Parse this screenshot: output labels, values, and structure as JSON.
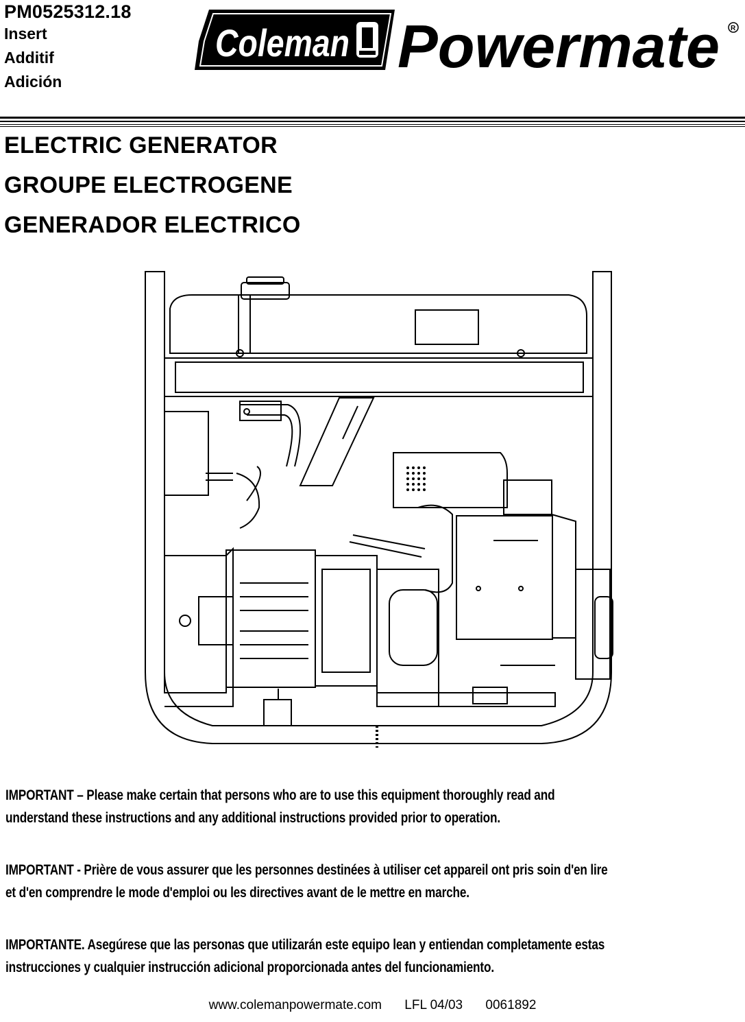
{
  "header": {
    "doc_code": "PM0525312.18",
    "lines": [
      "Insert",
      "Additif",
      "Adición"
    ],
    "logo": {
      "brand_left": "Coleman",
      "brand_right": "Powermate",
      "mark": "®"
    }
  },
  "titles": [
    "ELECTRIC GENERATOR",
    "GROUPE ELECTROGENE",
    "GENERADOR ELECTRICO"
  ],
  "notices": [
    [
      "IMPORTANT – Please make certain that persons who are to use this equipment thoroughly read and",
      "understand these instructions and any additional instructions provided prior to operation."
    ],
    [
      "IMPORTANT - Prière de vous assurer que les personnes destinées à utiliser cet appareil ont pris soin d'en lire",
      "et d'en comprendre le mode d'emploi ou les directives avant de le mettre en marche."
    ],
    [
      "IMPORTANTE.  Asegúrese que las personas que utilizarán este equipo lean y entiendan completamente estas",
      "instrucciones y cualquier instrucción adicional proporcionada antes del funcionamiento."
    ]
  ],
  "footer": {
    "website": "www.colemanpowermate.com",
    "code": "LFL  04/03",
    "number": "0061892"
  }
}
